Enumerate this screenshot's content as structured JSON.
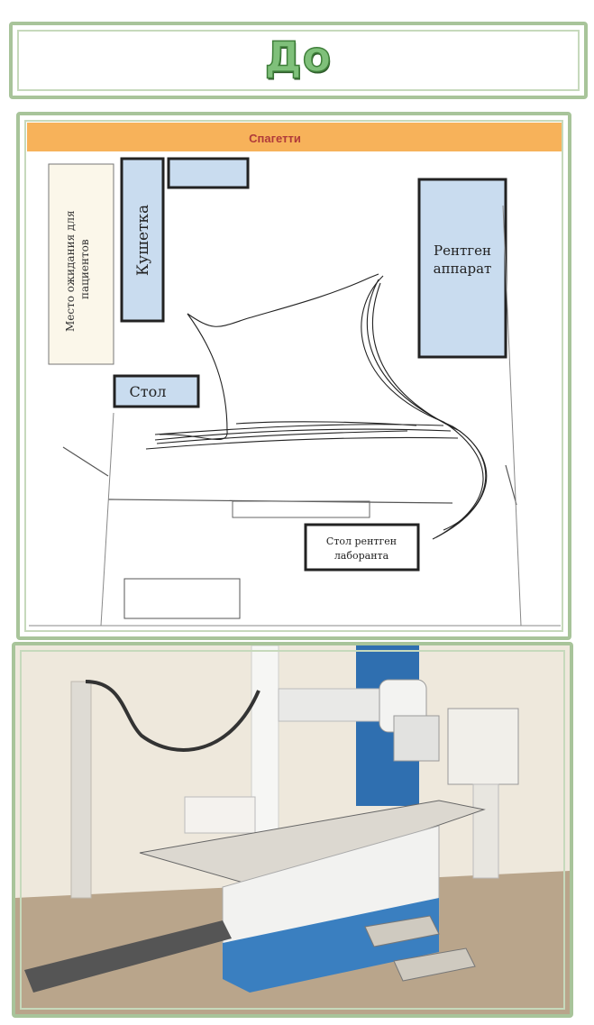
{
  "title": "До",
  "plan": {
    "header": "Спагетти",
    "labels": {
      "waiting_area": "Место ожидания для пациентов",
      "couch": "Кушетка",
      "xray_machine_line1": "Рентген",
      "xray_machine_line2": "аппарат",
      "table": "Стол",
      "lab_table_line1": "Стол рентген",
      "lab_table_line2": "лаборанта"
    }
  },
  "colors": {
    "header_bg": "#f7b25a",
    "header_text": "#b03a3a",
    "box_fill": "#c9dcef",
    "title_fill": "#7fc07a",
    "frame_border": "#a8c49a",
    "machine_blue": "#3a7fc0"
  },
  "photo": {
    "subject": "x-ray-room-photo"
  }
}
